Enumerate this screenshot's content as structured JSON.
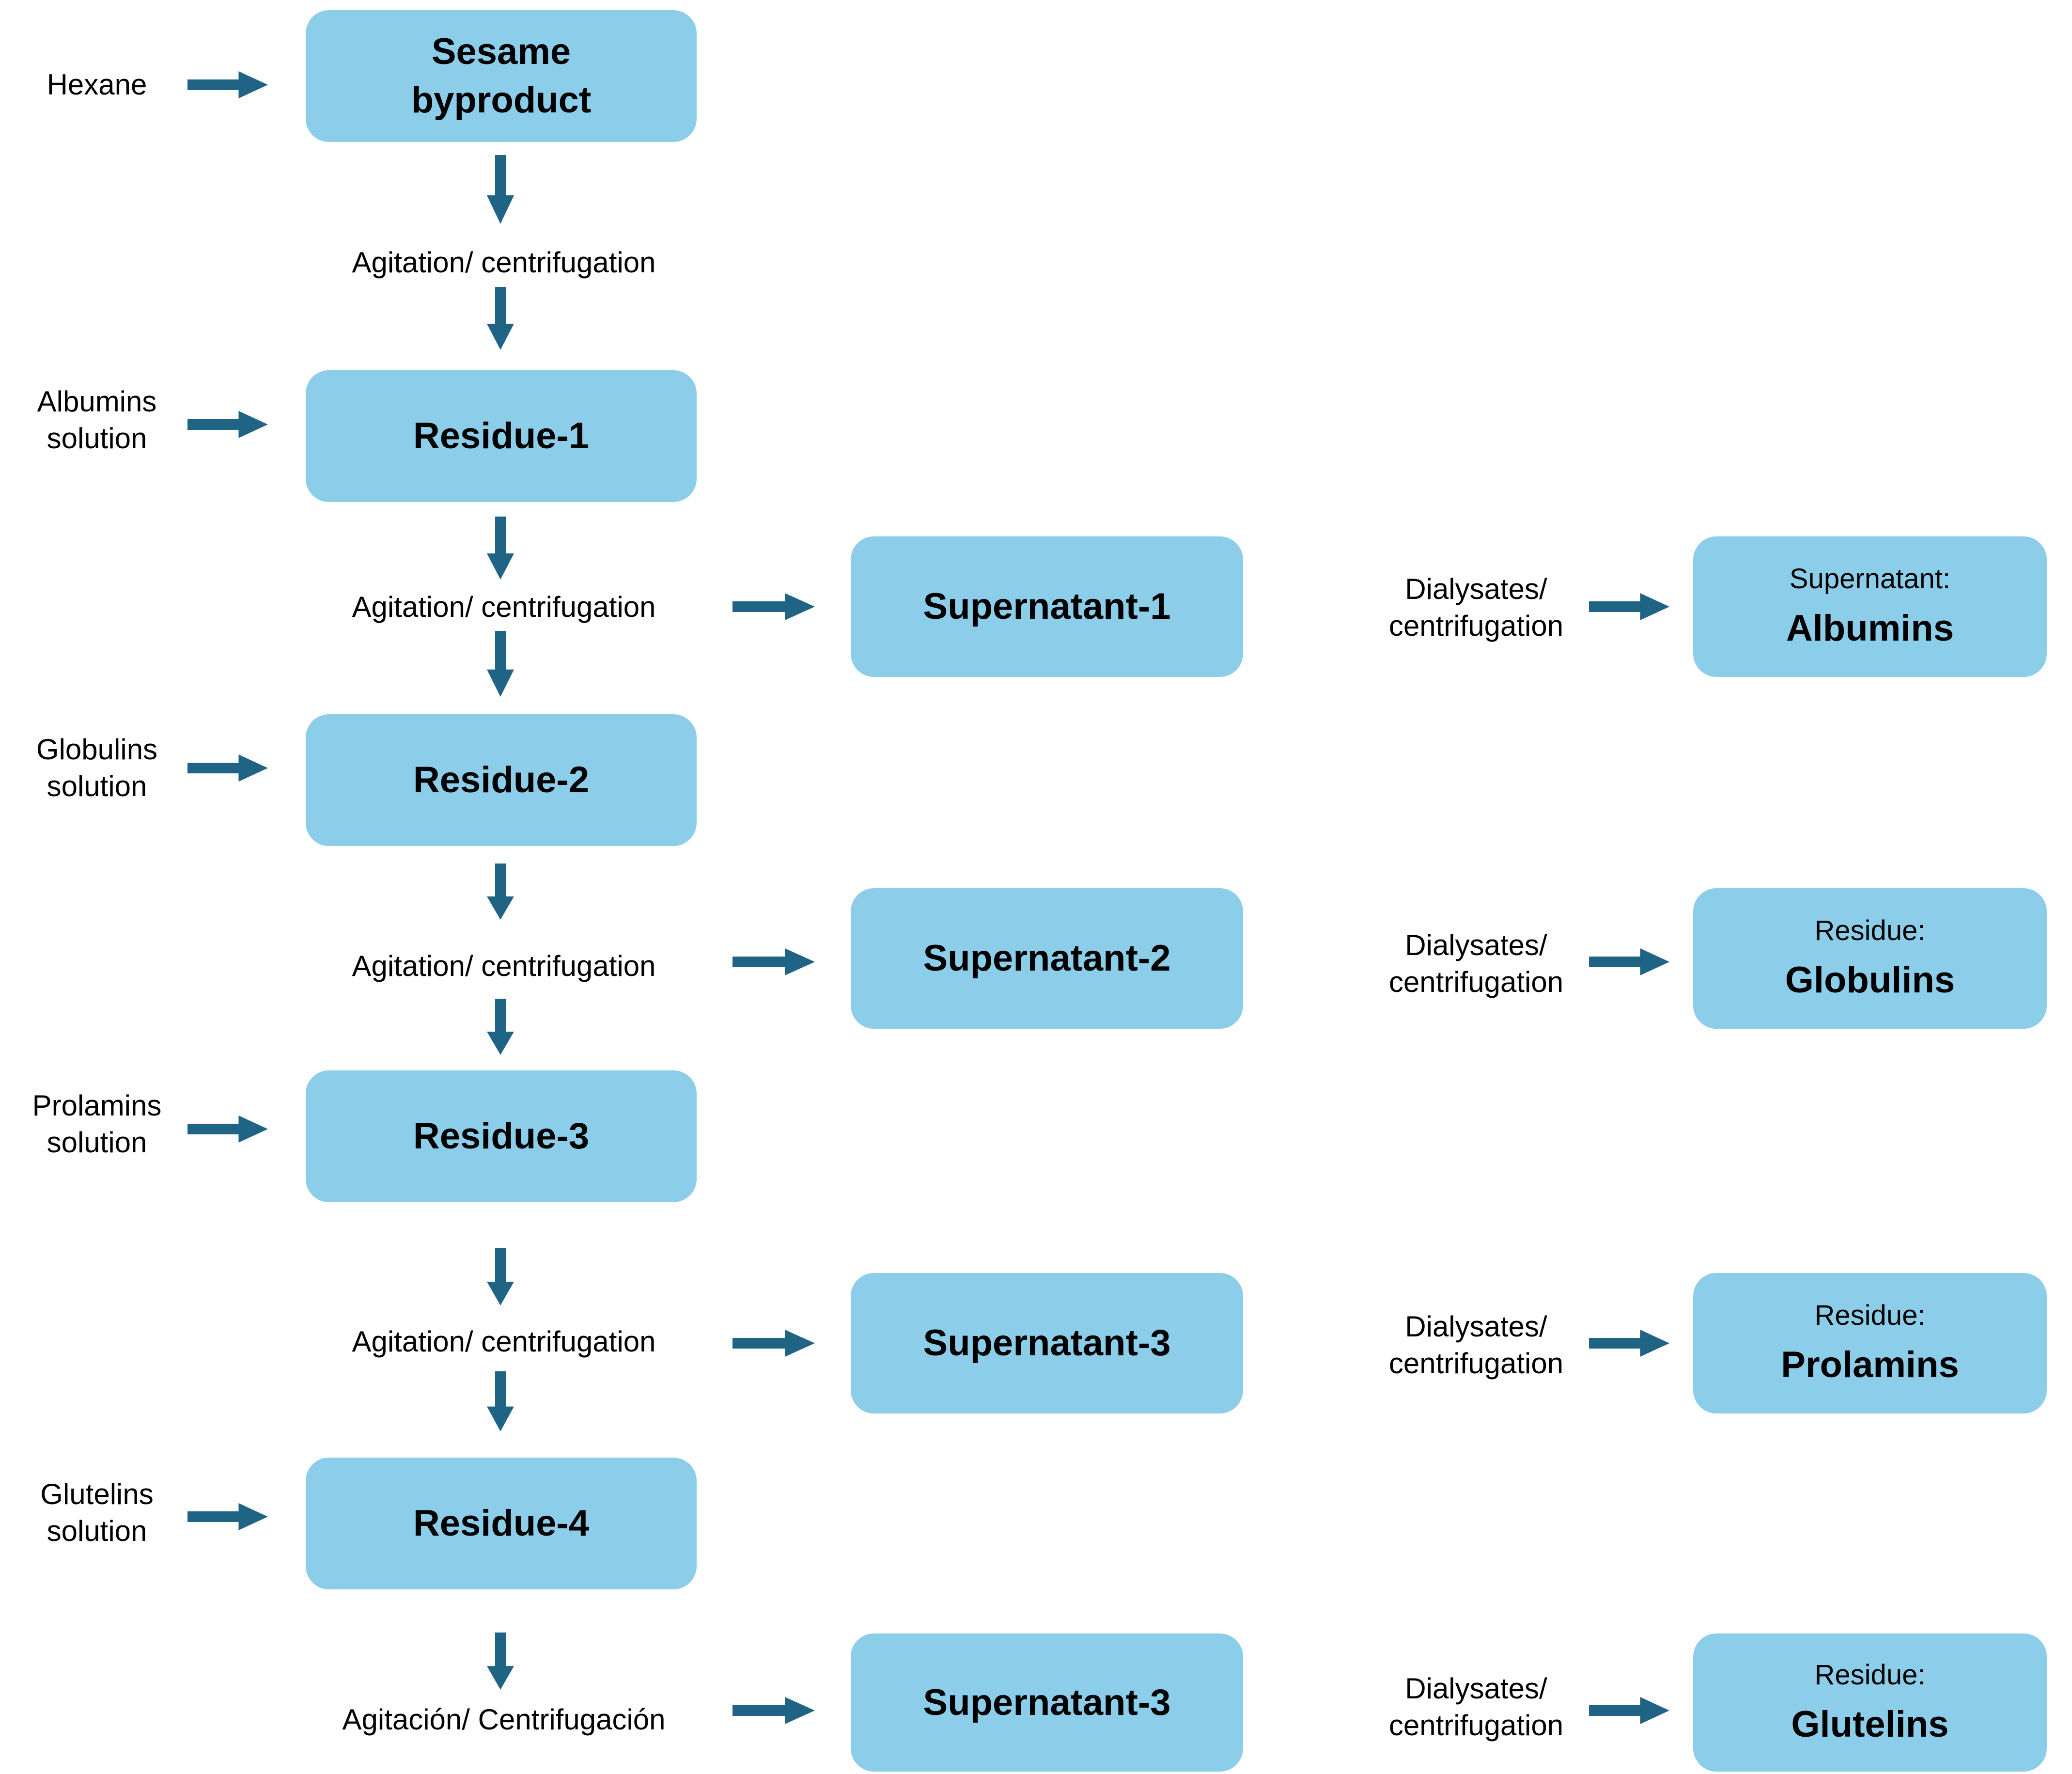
{
  "colors": {
    "box_fill": "#8ccee9",
    "arrow": "#1f6485",
    "text": "#000000"
  },
  "source": {
    "input": "Hexane",
    "box": [
      "Sesame",
      "byproduct"
    ],
    "step": "Agitation/ centrifugation"
  },
  "stages": [
    {
      "input": [
        "Albumins",
        "solution"
      ],
      "residue": "Residue-1",
      "step": "Agitation/ centrifugation",
      "supernatant": "Supernatant-1",
      "dialysates": [
        "Dialysates/",
        "centrifugation"
      ],
      "result": [
        "Supernatant:",
        "Albumins"
      ]
    },
    {
      "input": [
        "Globulins",
        "solution"
      ],
      "residue": "Residue-2",
      "step": "Agitation/ centrifugation",
      "supernatant": "Supernatant-2",
      "dialysates": [
        "Dialysates/",
        "centrifugation"
      ],
      "result": [
        "Residue:",
        "Globulins"
      ]
    },
    {
      "input": [
        "Prolamins",
        "solution"
      ],
      "residue": "Residue-3",
      "step": "Agitation/ centrifugation",
      "supernatant": "Supernatant-3",
      "dialysates": [
        "Dialysates/",
        "centrifugation"
      ],
      "result": [
        "Residue:",
        "Prolamins"
      ]
    },
    {
      "input": [
        "Glutelins",
        "solution"
      ],
      "residue": "Residue-4",
      "step": "Agitación/ Centrifugación",
      "supernatant": "Supernatant-3",
      "dialysates": [
        "Dialysates/",
        "centrifugation"
      ],
      "result": [
        "Residue:",
        "Glutelins"
      ]
    }
  ]
}
